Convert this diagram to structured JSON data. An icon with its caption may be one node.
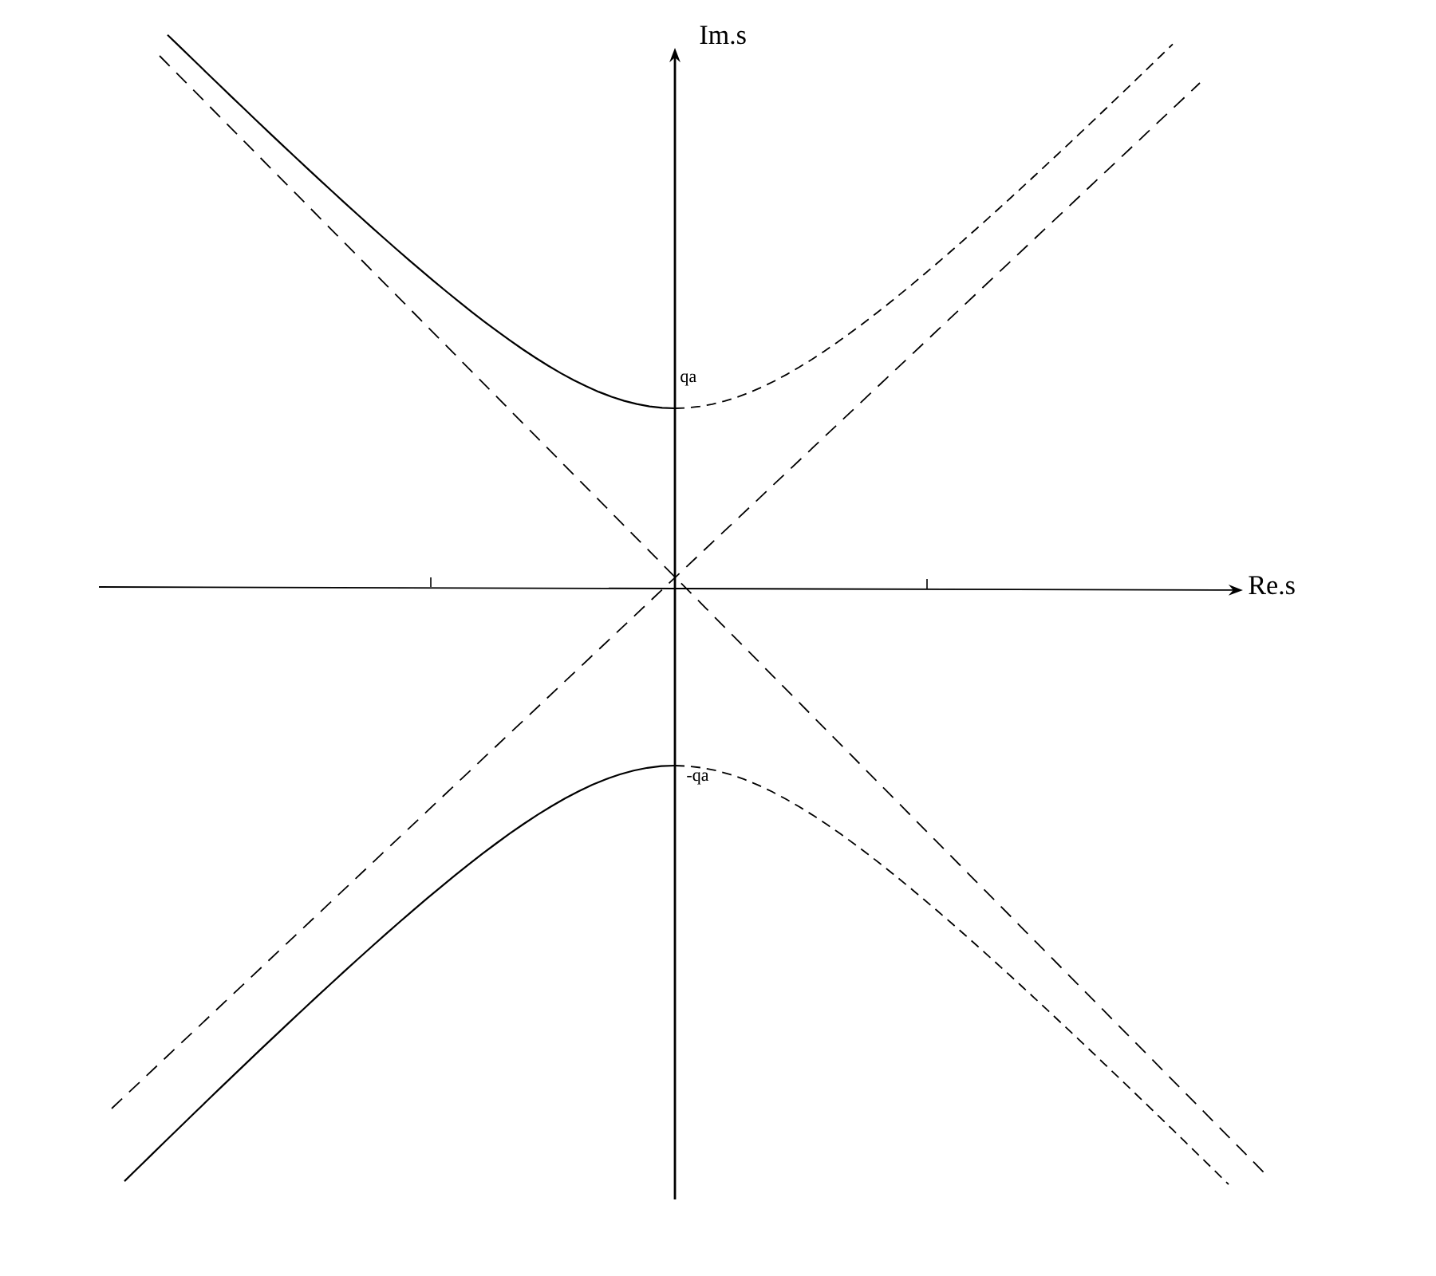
{
  "diagram": {
    "labels": [
      "Im.s",
      "qa",
      "Re.s",
      "-qa"
    ]
  }
}
